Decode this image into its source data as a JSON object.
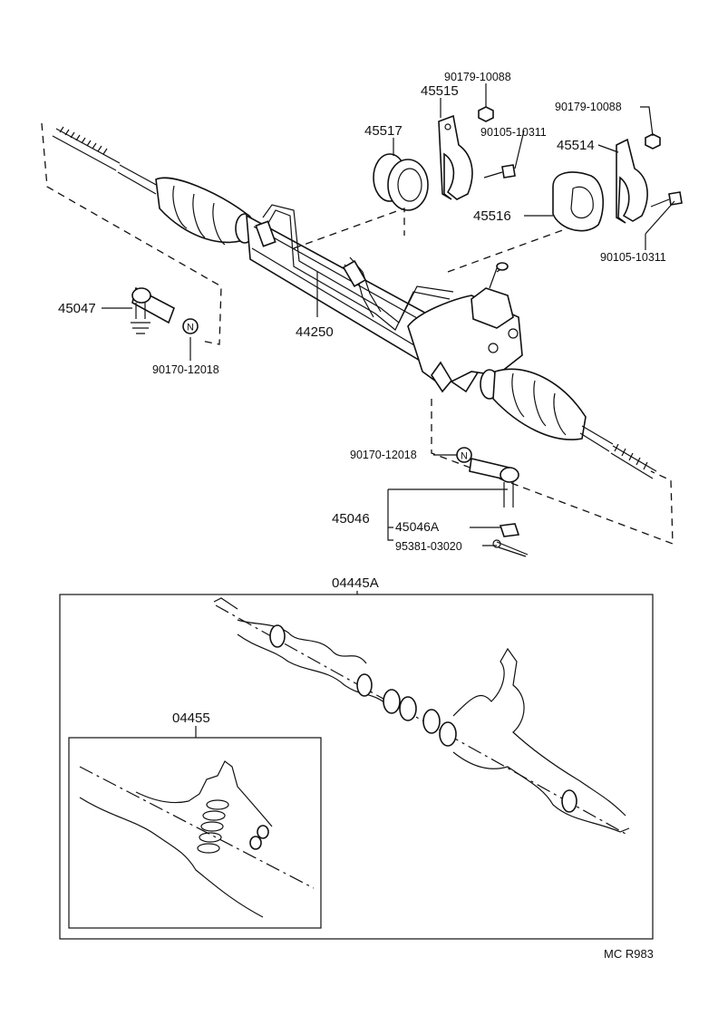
{
  "parts": {
    "p45517": "45517",
    "p45515": "45515",
    "p90179_a": "90179-10088",
    "p90105_a": "90105-10311",
    "p90179_b": "90179-10088",
    "p45514": "45514",
    "p45516": "45516",
    "p90105_b": "90105-10311",
    "p45047": "45047",
    "p90170_a": "90170-12018",
    "p44250": "44250",
    "p90170_b": "90170-12018",
    "p45046": "45046",
    "p45046A": "45046A",
    "p95381": "95381-03020",
    "p04445A": "04445A",
    "p04455": "04455"
  },
  "nut_marker": "N",
  "footer": {
    "code": "MC R983"
  }
}
